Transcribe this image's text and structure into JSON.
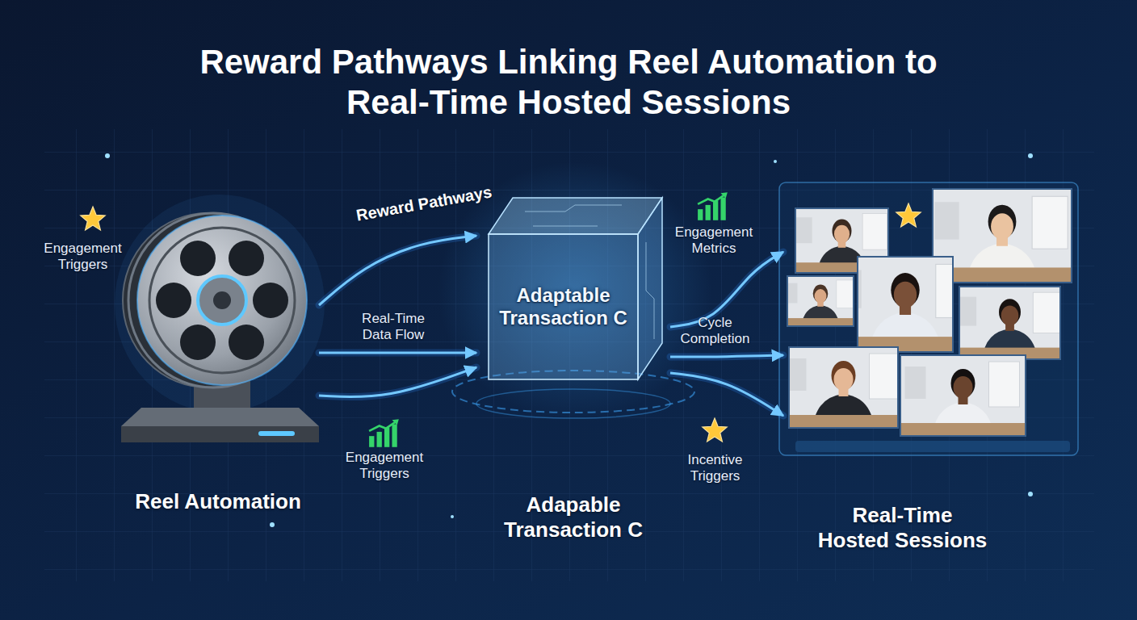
{
  "diagram": {
    "title": "Reward Pathways Linking Reel Automation to Real-Time Hosted Sessions",
    "nodes": [
      {
        "text": [
          "Reel Automation"
        ]
      },
      {
        "text": [
          "Adaptable Transaction C",
          "Adapable Transaction C"
        ]
      },
      {
        "text": [
          "Real-Time Hosted Sessions"
        ]
      }
    ],
    "edges": [
      {
        "from": 0,
        "to": 1,
        "label": "Reward Pathways",
        "arrow": "to"
      },
      {
        "from": 0,
        "to": 1,
        "label": "Real-Time Data Flow",
        "arrow": "to"
      },
      {
        "from": 0,
        "to": 1,
        "label": "Engagement Triggers",
        "arrow": "to"
      },
      {
        "from": 1,
        "to": 2,
        "label": "Engagement Metrics",
        "arrow": "to"
      },
      {
        "from": 1,
        "to": 2,
        "label": "Cycle Completion",
        "arrow": "to"
      },
      {
        "from": 1,
        "to": 2,
        "label": "Incentive Triggers",
        "arrow": "to"
      }
    ],
    "labels": [
      "Engagement Triggers"
    ]
  }
}
